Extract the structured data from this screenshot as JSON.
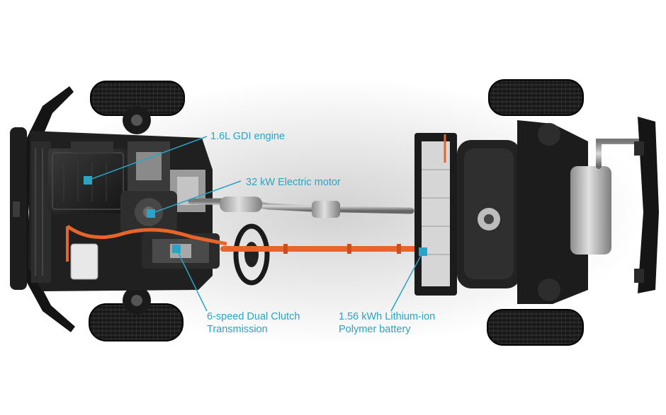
{
  "accent_color": "#2aa3c4",
  "cable_color": "#e8642a",
  "callouts": {
    "engine": {
      "lines": [
        "1.6L GDI engine"
      ]
    },
    "motor": {
      "lines": [
        "32 kW Electric motor"
      ]
    },
    "transmission": {
      "lines": [
        "6-speed Dual Clutch",
        "Transmission"
      ]
    },
    "battery": {
      "lines": [
        "1.56 kWh Lithium-ion",
        "Polymer battery"
      ]
    }
  }
}
